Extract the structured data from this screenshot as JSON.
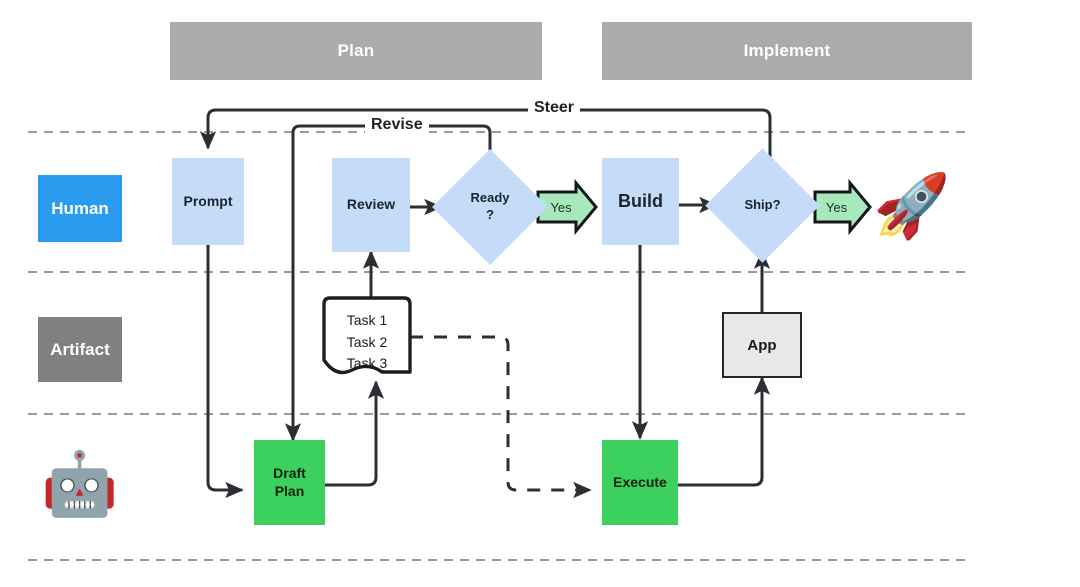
{
  "diagram": {
    "title": "Human-Agent Plan and Implement Workflow",
    "type": "swimlane-flowchart"
  },
  "colors": {
    "phase_header_bg": "#ababab",
    "phase_header_text": "#ffffff",
    "lane_human_bg": "#2a9cf0",
    "lane_artifact_bg": "#808080",
    "human_node_bg": "#c5dcf8",
    "agent_node_bg": "#3cd05e",
    "artifact_node_bg": "#e8e8e8",
    "yes_arrow_bg": "#a8e8bd",
    "connector": "#2b2f33",
    "lane_divider": "#9a9a9a"
  },
  "phases": [
    {
      "id": "plan",
      "label": "Plan"
    },
    {
      "id": "implement",
      "label": "Implement"
    }
  ],
  "lanes": [
    {
      "id": "human",
      "label": "Human",
      "kind": "label-box"
    },
    {
      "id": "artifact",
      "label": "Artifact",
      "kind": "label-box"
    },
    {
      "id": "agent",
      "label": "robot-emoji",
      "glyph": "🤖",
      "kind": "emoji"
    }
  ],
  "nodes": {
    "prompt": {
      "label": "Prompt",
      "lane": "human",
      "phase": "plan",
      "shape": "rectangle"
    },
    "review": {
      "label": "Review",
      "lane": "human",
      "phase": "plan",
      "shape": "rectangle"
    },
    "ready": {
      "label_line1": "Ready",
      "label_line2": "?",
      "lane": "human",
      "phase": "plan",
      "shape": "diamond"
    },
    "build": {
      "label": "Build",
      "lane": "human",
      "phase": "implement",
      "shape": "rectangle"
    },
    "ship": {
      "label": "Ship?",
      "lane": "human",
      "phase": "implement",
      "shape": "diamond"
    },
    "rocket": {
      "label": "rocket-emoji",
      "glyph": "🚀",
      "lane": "human",
      "phase": "implement",
      "shape": "emoji"
    },
    "tasks": {
      "lines": [
        "Task 1",
        "Task 2",
        "Task 3"
      ],
      "lane": "artifact",
      "phase": "plan",
      "shape": "document"
    },
    "app": {
      "label": "App",
      "lane": "artifact",
      "phase": "implement",
      "shape": "rectangle"
    },
    "draft_plan": {
      "label_line1": "Draft",
      "label_line2": "Plan",
      "lane": "agent",
      "phase": "plan",
      "shape": "rectangle"
    },
    "execute": {
      "label": "Execute",
      "lane": "agent",
      "phase": "implement",
      "shape": "rectangle"
    }
  },
  "edges": [
    {
      "id": "prompt-to-draft",
      "from": "prompt",
      "to": "draft_plan",
      "label": "",
      "style": "solid"
    },
    {
      "id": "draft-to-tasks",
      "from": "draft_plan",
      "to": "tasks",
      "label": "",
      "style": "solid"
    },
    {
      "id": "tasks-to-review",
      "from": "tasks",
      "to": "review",
      "label": "",
      "style": "solid"
    },
    {
      "id": "review-to-ready",
      "from": "review",
      "to": "ready",
      "label": "",
      "style": "solid"
    },
    {
      "id": "ready-to-revise",
      "from": "ready",
      "to": "draft_plan",
      "label": "Revise",
      "style": "solid"
    },
    {
      "id": "ready-yes-build",
      "from": "ready",
      "to": "build",
      "label": "Yes",
      "style": "yes-arrow"
    },
    {
      "id": "build-to-execute",
      "from": "build",
      "to": "execute",
      "label": "",
      "style": "solid"
    },
    {
      "id": "tasks-to-execute",
      "from": "tasks",
      "to": "execute",
      "label": "",
      "style": "dashed"
    },
    {
      "id": "execute-to-app",
      "from": "execute",
      "to": "app",
      "label": "",
      "style": "solid"
    },
    {
      "id": "app-to-ship",
      "from": "app",
      "to": "ship",
      "label": "",
      "style": "solid"
    },
    {
      "id": "ship-to-steer",
      "from": "ship",
      "to": "prompt",
      "label": "Steer",
      "style": "solid"
    },
    {
      "id": "ship-yes-rocket",
      "from": "ship",
      "to": "rocket",
      "label": "Yes",
      "style": "yes-arrow"
    }
  ],
  "edge_labels": {
    "steer": "Steer",
    "revise": "Revise",
    "yes_ready": "Yes",
    "yes_ship": "Yes"
  }
}
